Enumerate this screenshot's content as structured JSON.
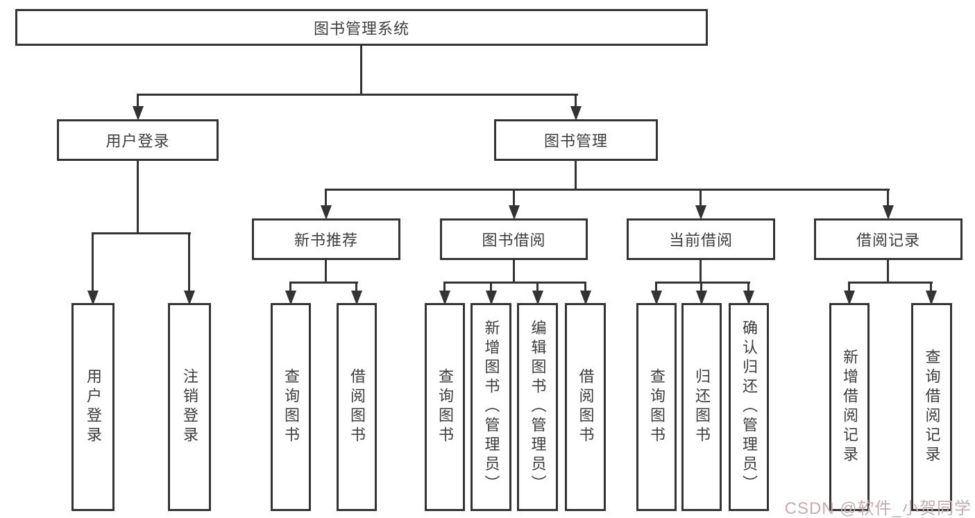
{
  "tree": {
    "root": "图书管理系统",
    "branches": [
      {
        "label": "用户登录",
        "children": [
          "用户登录",
          "注销登录"
        ]
      },
      {
        "label": "图书管理",
        "groups": [
          {
            "label": "新书推荐",
            "children": [
              "查询图书",
              "借阅图书"
            ]
          },
          {
            "label": "图书借阅",
            "children": [
              "查询图书",
              "新增图书（管理员）",
              "编辑图书（管理员）",
              "借阅图书"
            ]
          },
          {
            "label": "当前借阅",
            "children": [
              "查询图书",
              "归还图书",
              "确认归还（管理员）"
            ]
          },
          {
            "label": "借阅记录",
            "children": [
              "新增借阅记录",
              "查询借阅记录"
            ]
          }
        ]
      }
    ]
  },
  "watermark": {
    "text": "CSDN @软件_小贺同学",
    "color": "#c3aeb0"
  },
  "colors": {
    "line": "#333333",
    "text": "#3d3d3d",
    "background": "#ffffff"
  }
}
